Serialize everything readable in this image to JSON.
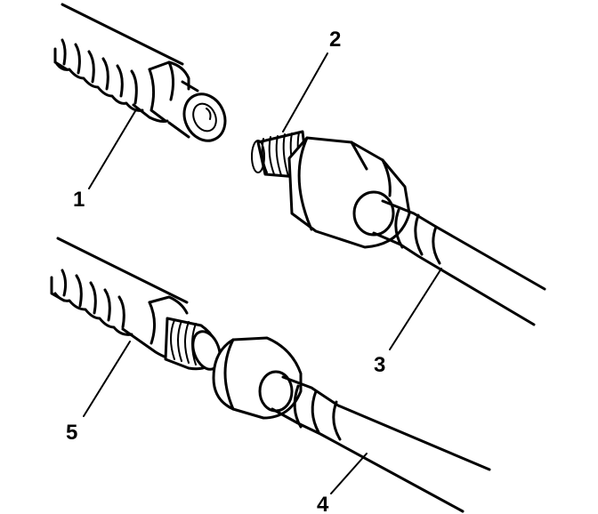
{
  "diagram": {
    "callouts": [
      {
        "id": "1",
        "label": "1"
      },
      {
        "id": "2",
        "label": "2"
      },
      {
        "id": "3",
        "label": "3"
      },
      {
        "id": "4",
        "label": "4"
      },
      {
        "id": "5",
        "label": "5"
      }
    ],
    "colors": {
      "ink": "#000000",
      "background": "#ffffff"
    }
  }
}
